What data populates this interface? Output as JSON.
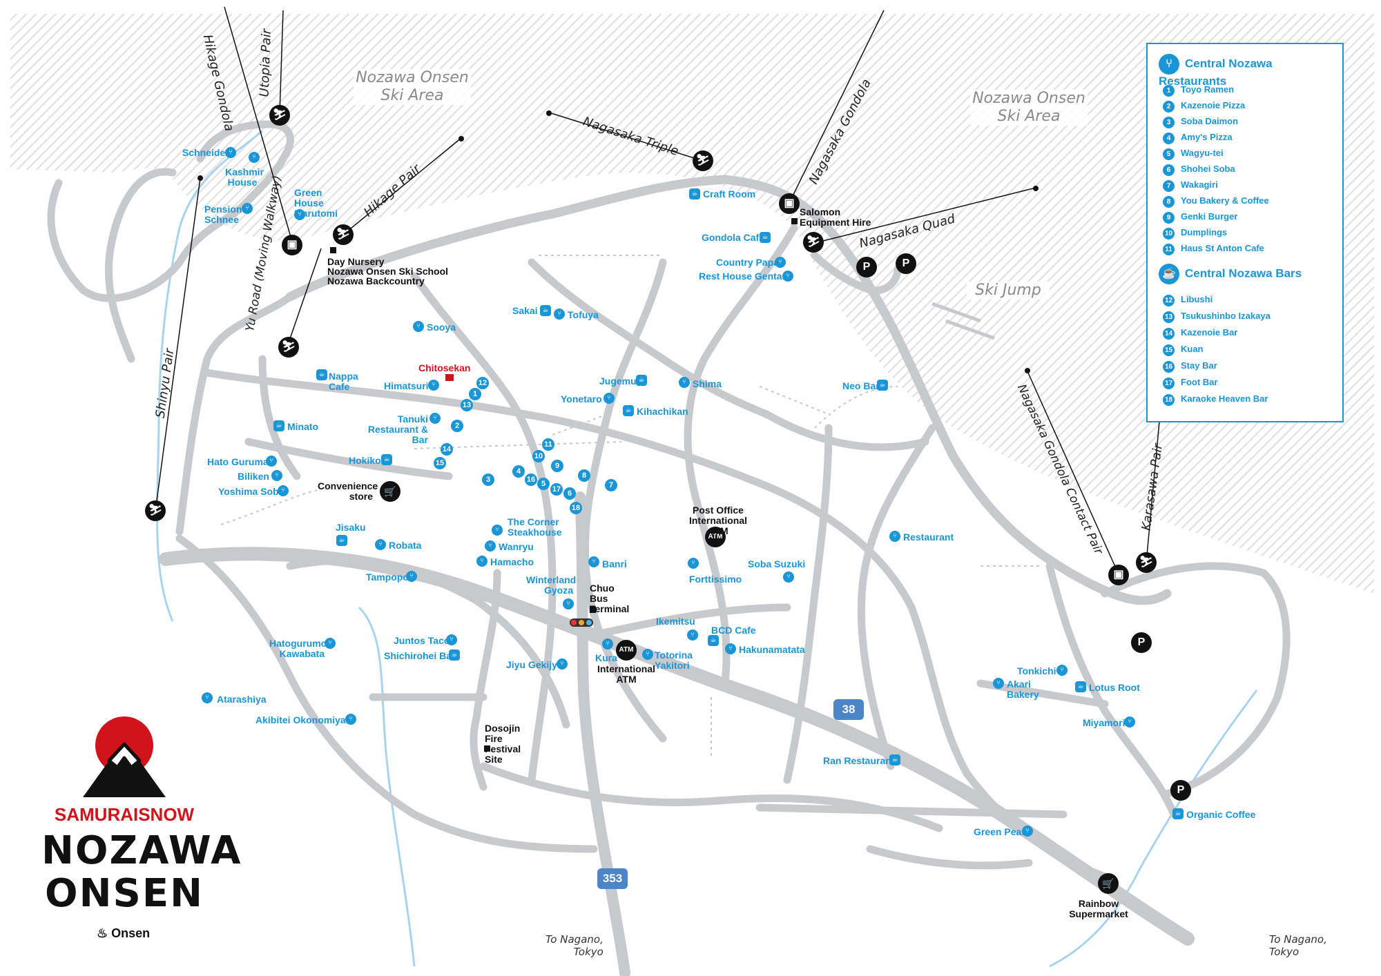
{
  "map": {
    "areas": [
      {
        "id": "ski-area-west",
        "text": "Nozawa Onsen\nSki Area"
      },
      {
        "id": "ski-area-east",
        "text": "Nozawa Onsen\nSki Area"
      },
      {
        "id": "ski-jump",
        "text": "Ski Jump"
      }
    ],
    "lifts": {
      "hikage_gondola": "Hikage Gondola",
      "utopia_pair": "Utopia Pair",
      "hikage_pair": "Hikage Pair",
      "nagasaka_triple": "Nagasaka Triple",
      "nagasaka_gondola": "Nagasaka Gondola",
      "nagasaka_quad": "Nagasaka Quad",
      "yu_road": "Yu Road (Moving Walkway)",
      "shinyu_pair": "Shinyu Pair",
      "nagasaka_contact": "Nagasaka Gondola Contact Pair",
      "karasawa_pair": "Karasawa Pair"
    },
    "places": {
      "schneider": "Schneider",
      "kashmir": "Kashmir House",
      "pension": "Pension Schnee",
      "greenhouse": "Green House Marutomi",
      "daynursery": "Day Nursery",
      "skischool": "Nozawa Onsen Ski School",
      "backcountry": "Nozawa Backcountry",
      "craftroom": "Craft Room",
      "salomon": "Salomon Equipment Hire",
      "gondolacafe": "Gondola Cafe",
      "countrypapa": "Country Papa",
      "resthouse": "Rest House Gentaro",
      "sakai": "Sakai",
      "tofuya": "Tofuya",
      "sooya": "Sooya",
      "chitosekan": "Chitosekan",
      "nappa": "Nappa Cafe",
      "himatsuri": "Himatsuri",
      "jugemu": "Jugemu",
      "shima": "Shima",
      "yonetaro": "Yonetaro",
      "kihachikan": "Kihachikan",
      "neobar": "Neo Bar",
      "minato": "Minato",
      "tanuki": "Tanuki Restaurant & Bar",
      "hokiko": "Hokiko",
      "hatoguruma": "Hato Guruma",
      "biliken": "Biliken",
      "yoshima": "Yoshima Soba",
      "convenience": "Convenience store",
      "corner": "The Corner Steakhouse",
      "wanryu": "Wanryu",
      "hamacho": "Hamacho",
      "jisaku": "Jisaku",
      "robata": "Robata",
      "tampopo": "Tampopo",
      "postoffice": "Post Office International ATM",
      "restaurant": "Restaurant",
      "banri": "Banri",
      "forttissimo": "Forttissimo",
      "sobasuzuki": "Soba Suzuki",
      "winterland": "Winterland Gyoza",
      "chuobus": "Chuo Bus Terminal",
      "ikemitsu": "Ikemitsu",
      "bcdcafe": "BCD Cafe",
      "hakunamatata": "Hakunamatata",
      "hatogurumo": "Hatogurumo Kawabata",
      "juntos": "Juntos Tacos",
      "shichirohei": "Shichirohei Bar",
      "jiyu": "Jiyu Gekijyo",
      "kura": "Kura",
      "intlatm": "International ATM",
      "totorina": "Totorina Yakitori",
      "atarashiya": "Atarashiya",
      "akibitei": "Akibitei Okonomiyaki",
      "dosojin": "Dosojin Fire Festival Site",
      "tonkichi": "Tonkichi",
      "akari": "Akari Bakery",
      "lotus": "Lotus Root",
      "miyamori": "Miyamori",
      "ranrest": "Ran Restaurant",
      "organic": "Organic Coffee",
      "greenpeas": "Green Peas",
      "rainbow": "Rainbow Supermarket"
    },
    "atm_label": "ATM",
    "parking_label": "P",
    "route_38": "38",
    "route_353": "353",
    "dest_south": "To Nagano,\nTokyo",
    "dest_east": "To Nagano,\nTokyo",
    "pins": [
      "1",
      "2",
      "3",
      "4",
      "5",
      "6",
      "7",
      "8",
      "9",
      "10",
      "11",
      "12",
      "13",
      "14",
      "15",
      "16",
      "17",
      "18"
    ]
  },
  "legend": {
    "restaurants_title": "Central Nozawa Restaurants",
    "restaurants": [
      {
        "n": "1",
        "name": "Toyo Ramen"
      },
      {
        "n": "2",
        "name": "Kazenoie Pizza"
      },
      {
        "n": "3",
        "name": "Soba Daimon"
      },
      {
        "n": "4",
        "name": "Amy's Pizza"
      },
      {
        "n": "5",
        "name": "Wagyu-tei"
      },
      {
        "n": "6",
        "name": "Shohei Soba"
      },
      {
        "n": "7",
        "name": "Wakagiri"
      },
      {
        "n": "8",
        "name": "You Bakery & Coffee"
      },
      {
        "n": "9",
        "name": "Genki Burger"
      },
      {
        "n": "10",
        "name": "Dumplings"
      },
      {
        "n": "11",
        "name": "Haus St Anton Cafe"
      }
    ],
    "bars_title": "Central Nozawa Bars",
    "bars": [
      {
        "n": "12",
        "name": "Libushi"
      },
      {
        "n": "13",
        "name": "Tsukushinbo Izakaya"
      },
      {
        "n": "14",
        "name": "Kazenoie Bar"
      },
      {
        "n": "15",
        "name": "Kuan"
      },
      {
        "n": "16",
        "name": "Stay Bar"
      },
      {
        "n": "17",
        "name": "Foot Bar"
      },
      {
        "n": "18",
        "name": "Karaoke Heaven Bar"
      }
    ]
  },
  "brand": {
    "samurai": "SAMURAISNOW",
    "nozawa": "NOZAWA",
    "onsen": "ONSEN",
    "onsen_sub": "Onsen"
  },
  "colors": {
    "accent": "#1a95d6",
    "road": "#c8c9cc",
    "brand_red": "#d3131b",
    "water": "#a8d4f0"
  }
}
